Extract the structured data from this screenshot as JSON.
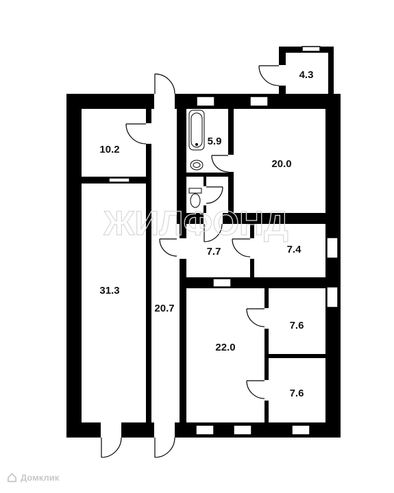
{
  "rooms": [
    {
      "id": "room-10-2",
      "area": "10.2"
    },
    {
      "id": "room-31-3",
      "area": "31.3"
    },
    {
      "id": "corridor-20-7",
      "area": "20.7"
    },
    {
      "id": "bathroom-5-9",
      "area": "5.9"
    },
    {
      "id": "room-20-0",
      "area": "20.0"
    },
    {
      "id": "room-7-7",
      "area": "7.7"
    },
    {
      "id": "room-7-4",
      "area": "7.4"
    },
    {
      "id": "room-22-0",
      "area": "22.0"
    },
    {
      "id": "room-7-6-upper",
      "area": "7.6"
    },
    {
      "id": "room-7-6-lower",
      "area": "7.6"
    },
    {
      "id": "porch-4-3",
      "area": "4.3"
    }
  ],
  "watermark": {
    "text": "ЖИЛФОНД"
  },
  "brand": {
    "text": "Домклик",
    "icon": "domclick-logo-icon"
  },
  "colors": {
    "walls": "#000000",
    "background": "#ffffff",
    "watermark": "#d9d9d9",
    "brand": "#c9c9c9"
  }
}
